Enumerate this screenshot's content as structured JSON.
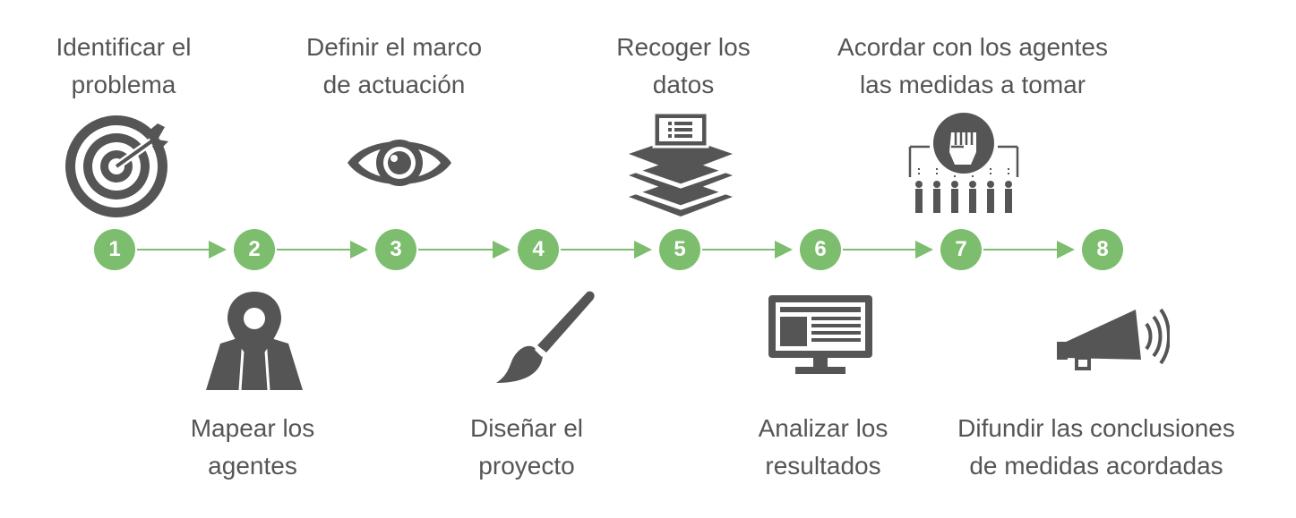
{
  "colors": {
    "accent": "#7dbd6e",
    "icon": "#555555",
    "text": "#555555"
  },
  "steps": [
    {
      "number": "1",
      "label_lines": [
        "Identificar el",
        "problema"
      ],
      "icon": "target-icon"
    },
    {
      "number": "2",
      "label_lines": [
        "Mapear los",
        "agentes"
      ],
      "icon": "map-pin-icon"
    },
    {
      "number": "3",
      "label_lines": [
        "Definir el marco",
        "de actuación"
      ],
      "icon": "eye-icon"
    },
    {
      "number": "4",
      "label_lines": [
        "Diseñar el",
        "proyecto"
      ],
      "icon": "paintbrush-icon"
    },
    {
      "number": "5",
      "label_lines": [
        "Recoger los",
        "datos"
      ],
      "icon": "stacked-layers-icon"
    },
    {
      "number": "6",
      "label_lines": [
        "Analizar los",
        "resultados"
      ],
      "icon": "monitor-icon"
    },
    {
      "number": "7",
      "label_lines": [
        "Acordar con los agentes",
        "las medidas a tomar"
      ],
      "icon": "raised-fist-people-icon"
    },
    {
      "number": "8",
      "label_lines": [
        "Difundir las conclusiones",
        "de medidas acordadas"
      ],
      "icon": "megaphone-icon"
    }
  ]
}
